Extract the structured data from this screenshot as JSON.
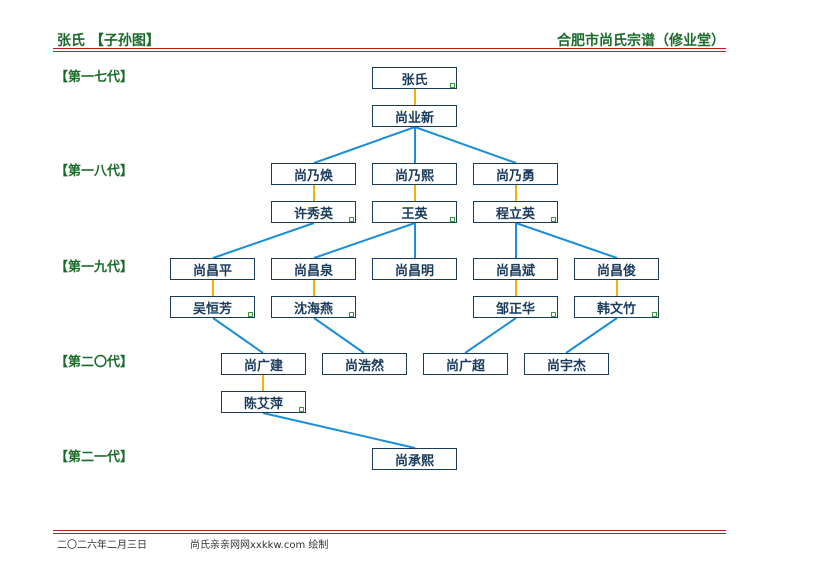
{
  "header": {
    "left": "张氏 【子孙图】",
    "right": "合肥市尚氏宗谱（修业堂）"
  },
  "generations": [
    "【第一七代】",
    "【第一八代】",
    "【第一九代】",
    "【第二〇代】",
    "【第二一代】"
  ],
  "people": {
    "p1": "张氏",
    "p2": "尚业新",
    "p3": "尚乃焕",
    "p4": "尚乃熙",
    "p5": "尚乃勇",
    "p6": "许秀英",
    "p7": "王英",
    "p8": "程立英",
    "p9": "尚昌平",
    "p10": "尚昌泉",
    "p11": "尚昌明",
    "p12": "尚昌斌",
    "p13": "尚昌俊",
    "p14": "吴恒芳",
    "p15": "沈海燕",
    "p16": "邹正华",
    "p17": "韩文竹",
    "p18": "尚广建",
    "p19": "尚浩然",
    "p20": "尚广超",
    "p21": "尚宇杰",
    "p22": "陈艾萍",
    "p23": "尚承熙"
  },
  "footer": {
    "date": "二〇二六年二月三日",
    "credit": "尚氏亲亲网网xxkkw.com 绘制"
  },
  "colors": {
    "spouse_link": "#f2b600",
    "child_link": "#1a8fd8",
    "header_text": "#1a6b2a",
    "rule": "#b22222"
  }
}
